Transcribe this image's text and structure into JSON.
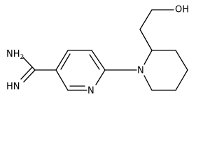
{
  "molecule": {
    "atoms": {
      "oh": "OH",
      "nh2_main": "NH",
      "nh2_sub": "2",
      "imine": "HN",
      "pyridine_n": "N",
      "piperidine_n": "N"
    }
  }
}
